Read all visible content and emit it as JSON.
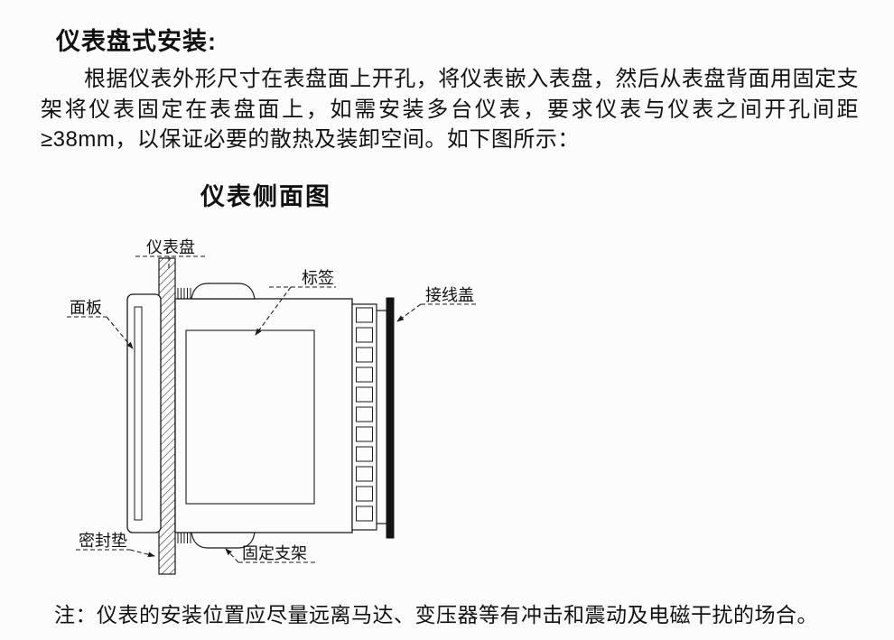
{
  "page": {
    "heading": "仪表盘式安装:",
    "paragraph": "根据仪表外形尺寸在表盘面上开孔，将仪表嵌入表盘，然后从表盘背面用固定支架将仪表固定在表盘面上，如需安装多台仪表，要求仪表与仪表之间开孔间距≥38mm，以保证必要的散热及装卸空间。如下图所示：",
    "note": "注：仪表的安装位置应尽量远离马达、变压器等有冲击和震动及电磁干扰的场合。"
  },
  "diagram": {
    "title": "仪表侧面图",
    "labels": {
      "panel_board": "仪表盘",
      "front_panel": "面板",
      "tag": "标签",
      "wiring_cover": "接线盖",
      "gasket": "密封垫",
      "bracket": "固定支架"
    },
    "colors": {
      "line": "#1a1a1a",
      "cover_fill": "#141414"
    }
  }
}
